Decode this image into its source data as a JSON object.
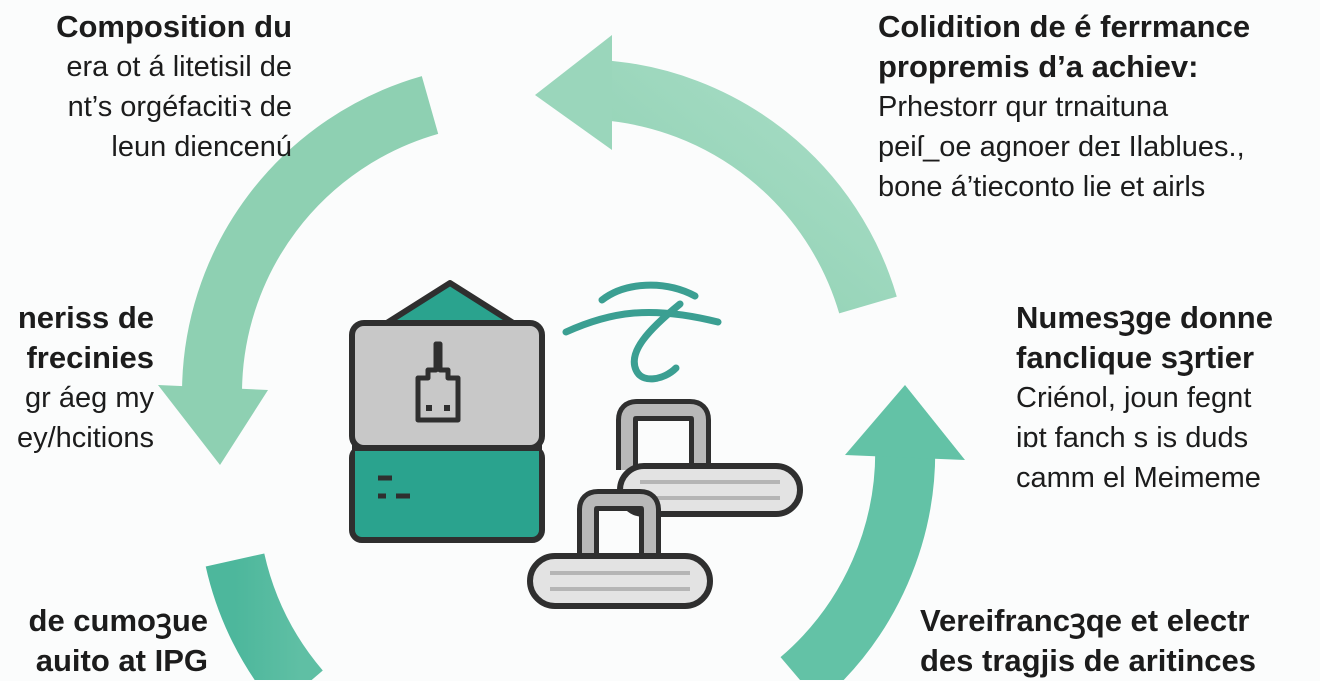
{
  "colors": {
    "arrow": "#8ecfb0",
    "arrow_deep": "#3fae94",
    "teal": "#2aa38e",
    "panel_gray": "#c8c8c8",
    "outline": "#2f2f2f",
    "roller": "#e3e3e3"
  },
  "icons": [
    "machine-icon",
    "swoosh-icon",
    "roller-icon"
  ],
  "blocks": [
    {
      "id": "top-left",
      "title": [
        "Composition du"
      ],
      "body": [
        "era ot á litetisil de",
        "nt’s orgéfacitiꝛ de",
        "leun diencenú"
      ]
    },
    {
      "id": "mid-left",
      "title": [
        "neriss de",
        "frecinies"
      ],
      "body": [
        "gr áeg my",
        "ey/hcitions"
      ]
    },
    {
      "id": "bot-left",
      "title": [
        "de cumoꝫue",
        "auito at IPG"
      ],
      "body": []
    },
    {
      "id": "top-right",
      "title": [
        "Colidition de é ferrmance",
        "propremis d’a achiev:"
      ],
      "body": [
        "Prhestorr qur trnaituna",
        "peiſ_oe agnoer deɪ Ilablues.,",
        "bone á’tieconto lie et airls"
      ]
    },
    {
      "id": "mid-right",
      "title": [
        "Numesꝫge donne",
        "fanclique sꝫrtier"
      ],
      "body": [
        "Criénol, joun fegnt",
        "iɒt fanch s is duds",
        "camm el Meimeme"
      ]
    },
    {
      "id": "bot-right",
      "title": [
        "Vereifrancꝫqe et electr",
        "des tragjis de aritinces"
      ],
      "body": []
    }
  ]
}
